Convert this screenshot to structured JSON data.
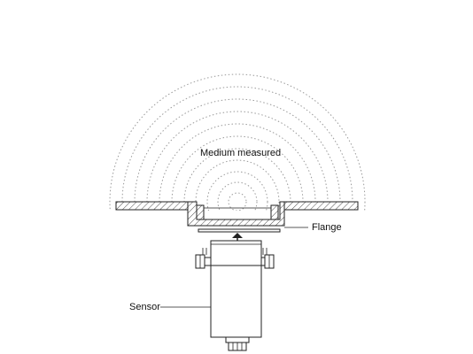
{
  "labels": {
    "medium": "Medium measured",
    "flange": "Flange",
    "sensor": "Sensor"
  },
  "colors": {
    "line": "#222222",
    "dots": "#9a9a9a",
    "background": "#ffffff"
  }
}
